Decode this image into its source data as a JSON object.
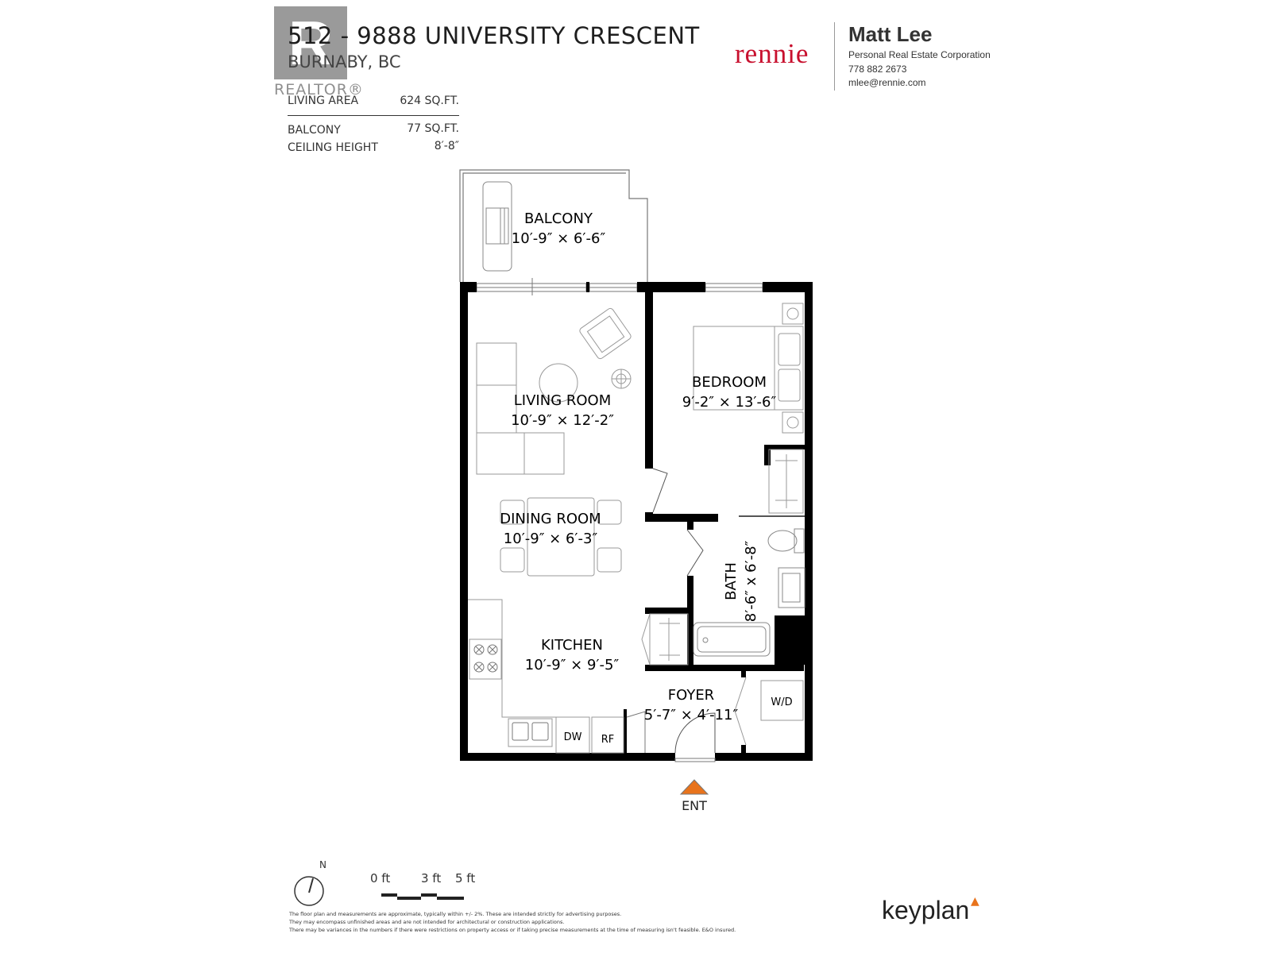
{
  "header": {
    "address": "512 - 9888 UNIVERSITY CRESCENT",
    "city": "BURNABY, BC",
    "realtor_logo_letter": "R",
    "realtor_logo_word": "REALTOR®"
  },
  "stats": [
    {
      "label": "LIVING AREA",
      "value": "624 SQ.FT."
    },
    {
      "label": "BALCONY",
      "value": "77 SQ.FT."
    },
    {
      "label": "CEILING HEIGHT",
      "value": "8′-8″"
    }
  ],
  "brokerage": {
    "logo_text": "rennie",
    "brand_color": "#c8102e"
  },
  "agent": {
    "name": "Matt Lee",
    "title": "Personal Real Estate Corporation",
    "phone": "778 882 2673",
    "email": "mlee@rennie.com"
  },
  "rooms": {
    "balcony": {
      "name": "BALCONY",
      "dims": "10′-9″ ×  6′-6″"
    },
    "living": {
      "name": "LIVING ROOM",
      "dims": "10′-9″ × 12′-2″"
    },
    "bedroom": {
      "name": "BEDROOM",
      "dims": "9′-2″  ×  13′-6″"
    },
    "dining": {
      "name": "DINING ROOM",
      "dims": "10′-9″ ×  6′-3″"
    },
    "bath": {
      "name": "BATH",
      "dims": "8′-6″ x 6′-8″"
    },
    "kitchen": {
      "name": "KITCHEN",
      "dims": "10′-9″ ×  9′-5″"
    },
    "foyer": {
      "name": "FOYER",
      "dims": "5′-7″ × 4′-11″"
    }
  },
  "appliances": {
    "washer_dryer": "W/D",
    "dishwasher": "DW",
    "fridge": "RF"
  },
  "entrance_label": "ENT",
  "compass_label": "N",
  "scale_labels": [
    "0 ft",
    "3 ft",
    "5 ft"
  ],
  "disclaimer": [
    "The floor plan and measurements are approximate, typically within +/- 2%. These are intended strictly for advertising purposes.",
    "They may encompass unfinished areas and are not intended for architectural or construction applications.",
    "There may be variances in the numbers if there were restrictions on property access or if taking precise measurements at the time of measuring isn't feasible. E&O insured."
  ],
  "footer_brand": "keyplan",
  "colors": {
    "entrance_marker": "#e8731c",
    "walls": "#000000"
  }
}
